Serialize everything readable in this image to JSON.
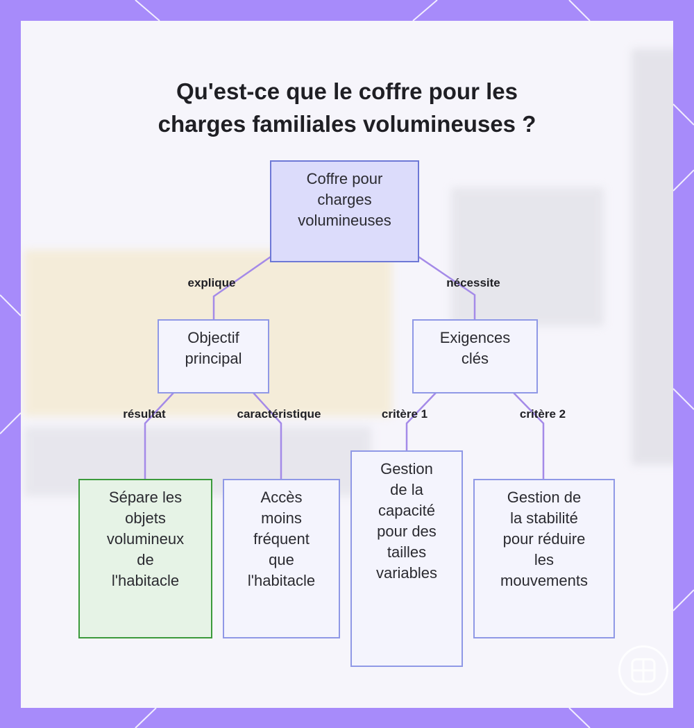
{
  "title": {
    "line1": "Qu'est-ce que le coffre pour les",
    "line2": "charges familiales volumineuses ?"
  },
  "nodes": {
    "root": "Coffre pour\ncharges\nvolumineuses",
    "objectif": "Objectif\nprincipal",
    "exigences": "Exigences\nclés",
    "separe": "Sépare les\nobjets\nvolumineux\nde\nl'habitacle",
    "acces": "Accès\nmoins\nfréquent\nque\nl'habitacle",
    "capacite": "Gestion\nde la\ncapacité\npour des\ntailles\nvariables",
    "stabilite": "Gestion de\nla stabilité\npour réduire\nles\nmouvements"
  },
  "edge_labels": {
    "explique": "explique",
    "necessite": "nécessite",
    "resultat": "résultat",
    "caracteristique": "caractéristique",
    "critere1": "critère 1",
    "critere2": "critère 2"
  },
  "colors": {
    "frame": "#a78bfa",
    "connector": "#a48ae8",
    "node_border": "#8f98e6",
    "root_fill": "#dcdcfb",
    "highlight_border": "#3b9a3b",
    "highlight_fill": "#e6f3e6"
  },
  "logo_icon": "grid-logo-icon"
}
